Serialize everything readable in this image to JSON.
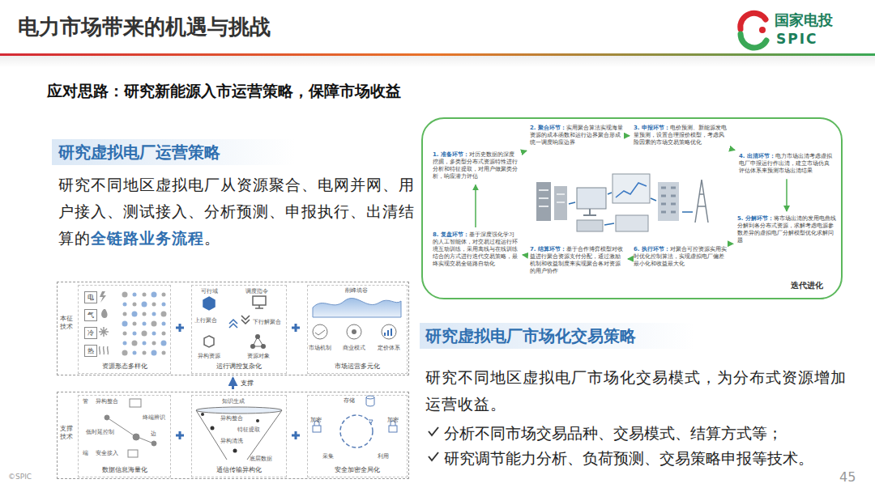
{
  "diagram": {
    "title": "电力市场带来的机遇与挑战",
    "nodes": [
      {
        "text": [
          "迭代进化"
        ]
      },
      {
        "text": [
          "1. 准备环节：",
          "对历史数据的深度挖掘，多类型分布式资源特性进行分析和特征提取，对用户做聚类分析，响应潜力评估"
        ],
        "in": 0
      },
      {
        "text": [
          "2. 聚合环节：",
          "实用聚合算法实现海量资源的成本函数和运行边界聚合形成统一调度响应边界"
        ],
        "in": 0
      },
      {
        "text": [
          "3. 申报环节：",
          "电价预测、新能源发电量预测，设置合理报价模型，考虑风险因素的市场交易策略优化"
        ],
        "in": 0
      },
      {
        "text": [
          "4. 出清环节：",
          "电力市场出清考虑虚拟电厂申报运行作出清，建立市场仿真评估体系来预测市场出清结果"
        ],
        "in": 0
      },
      {
        "text": [
          "5. 分解环节：",
          "将市场出清的发用电曲线分解到各分布式资源，求解考虑电源参数差异的虚拟电厂分解模型优化求解问题"
        ],
        "in": 0
      },
      {
        "text": [
          "6. 执行环节：",
          "对聚合可控资源实用实时优化控制算法，实现虚拟电厂偏差最小化和收益最大化"
        ],
        "in": 0
      },
      {
        "text": [
          "7. 结算环节：",
          "基于合作博弈模型对收益进行聚合资源支付分配，通过激励机制和收益制度来实现聚合各对资源的用户协作"
        ],
        "in": 0
      },
      {
        "text": [
          "8. 复盘环节：",
          "基于深度强化学习的人工智能体，对交易过程运行环境互动训练，采用离线与在线训练结合的方式进行迭代交易策略，最终实现交易全链路自动化"
        ],
        "in": 0
      },
      {
        "text": [
          "本征技术"
        ]
      },
      {
        "text": [
          "资源形态多样化"
        ],
        "in": 9
      },
      {
        "text": [
          "电"
        ],
        "in": 10
      },
      {
        "text": [
          "气"
        ],
        "in": 10
      },
      {
        "text": [
          "冷"
        ],
        "in": 10
      },
      {
        "text": [
          "热"
        ],
        "in": 10
      },
      {
        "text": [
          "运行调控复杂化"
        ],
        "in": 9
      },
      {
        "text": [
          "市场运营多元化"
        ],
        "in": 9
      },
      {
        "text": [
          "支撑技术"
        ]
      },
      {
        "text": [
          "数据信息海量化"
        ],
        "in": 17
      },
      {
        "text": [
          "通信传输异构化"
        ],
        "in": 17
      },
      {
        "text": [
          "安全加密全局化"
        ],
        "in": 17
      }
    ],
    "edges": [
      {
        "from": 1,
        "to": 2,
        "arrow": "to"
      },
      {
        "from": 2,
        "to": 3,
        "arrow": "to"
      },
      {
        "from": 3,
        "to": 4,
        "arrow": "to"
      },
      {
        "from": 4,
        "to": 5,
        "arrow": "to"
      },
      {
        "from": 5,
        "to": 6,
        "arrow": "to"
      },
      {
        "from": 6,
        "to": 7,
        "arrow": "to"
      },
      {
        "from": 7,
        "to": 8,
        "arrow": "to"
      },
      {
        "from": 8,
        "to": 1,
        "arrow": "to"
      },
      {
        "from": 17,
        "to": 9,
        "label": "支撑",
        "arrow": "to"
      }
    ],
    "labels": [
      "国家电投",
      "SPIC",
      "应对思路：研究新能源入市运营策略，保障市场收益",
      "研究虚拟电厂运营策略",
      "研究不同地区虚拟电厂从资源聚合、电网并网、用户接入、测试接入、分析预测、申报执行、出清结算的",
      "全链路业务流程",
      "。",
      "研究虚拟电厂市场化交易策略",
      "研究不同地区虚拟电厂市场化交易模式，为分布式资源增加运营收益。",
      "分析不同市场交易品种、交易模式、结算方式等；",
      "研究调节能力分析、负荷预测、交易策略申报等技术。",
      "©SPIC",
      "45",
      "可行域",
      "调度指令",
      "上行聚合",
      "下行解聚合",
      "异构资源",
      "资源对象",
      "削峰填谷",
      "市场机制",
      "商业模式",
      "定价体系",
      "管",
      "异构整合",
      "终端辨识",
      "低时延控制",
      "边",
      "端",
      "安全接入",
      "知识生成",
      "异构整合",
      "特征提取",
      "异构清洗",
      "底层数据",
      "存储",
      "加密",
      "加密",
      "采集",
      "利用"
    ]
  }
}
